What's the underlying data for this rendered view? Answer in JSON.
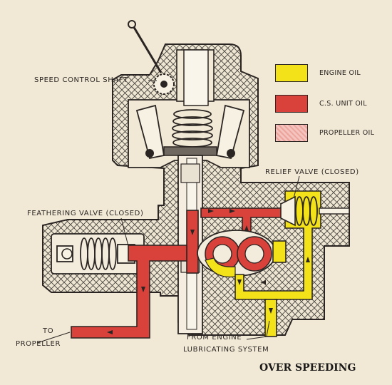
{
  "labels": {
    "speed_control_shaft": "SPEED CONTROL SHAFT",
    "relief_valve": "RELIEF VALVE (CLOSED)",
    "feathering_valve": "FEATHERING VALVE (CLOSED)",
    "to_propeller_line1": "TO",
    "to_propeller_line2": "PROPELLER",
    "from_engine_line1": "FROM ENGINE",
    "from_engine_line2": "LUBRICATING SYSTEM"
  },
  "legend": [
    {
      "label": "ENGINE OIL",
      "color": "#f3e11a"
    },
    {
      "label": "C.S. UNIT OIL",
      "color": "#d8423a"
    },
    {
      "label": "PROPELLER OIL",
      "color": "#f1b3ae"
    }
  ],
  "caption": "OVER SPEEDING",
  "colors": {
    "engine_oil": "#f3e11a",
    "cs_unit_oil": "#d8423a",
    "propeller_oil": "#f1b3ae",
    "outline": "#2a2522",
    "background": "#f1e9d6"
  }
}
